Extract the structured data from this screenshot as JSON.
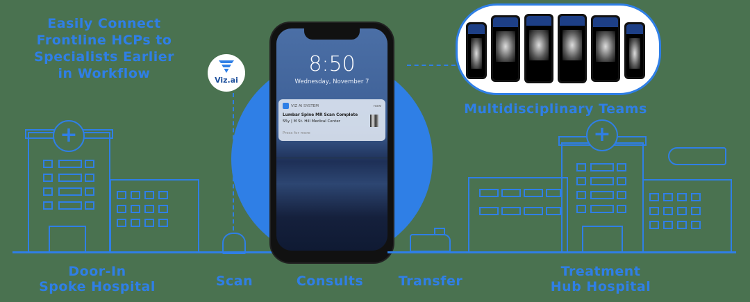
{
  "headline": {
    "lines": [
      "Easily Connect",
      "Frontline HCPs to",
      "Specialists Earlier",
      "in Workflow"
    ]
  },
  "logo": {
    "name": "Viz.ai",
    "icon": "viz-v-logo-icon"
  },
  "phone": {
    "time": "8:50",
    "date": "Wednesday, November 7",
    "notification": {
      "app": "VIZ AI SYSTEM",
      "when": "now",
      "title": "Lumbar Spine MR Scan Complete",
      "subtitle": "55y | M St. Hill Medical Center",
      "hint": "Press for more"
    }
  },
  "teams": {
    "label": "Multidisciplinary Teams",
    "phone_count": 6
  },
  "stages": [
    {
      "id": "spoke",
      "line1": "Door-In",
      "line2": "Spoke Hospital",
      "icon": "hospital-icon"
    },
    {
      "id": "scan",
      "line1": "Scan",
      "icon": "ct-scanner-icon"
    },
    {
      "id": "consults",
      "line1": "Consults",
      "icon": "phone-icon"
    },
    {
      "id": "transfer",
      "line1": "Transfer",
      "icon": "ambulance-icon"
    },
    {
      "id": "hub",
      "line1": "Treatment",
      "line2": "Hub Hospital",
      "icon": "hospital-helicopter-icon"
    }
  ],
  "colors": {
    "accent": "#2f7fe6",
    "background": "#4a7250",
    "logo_text": "#1c4f9c"
  }
}
